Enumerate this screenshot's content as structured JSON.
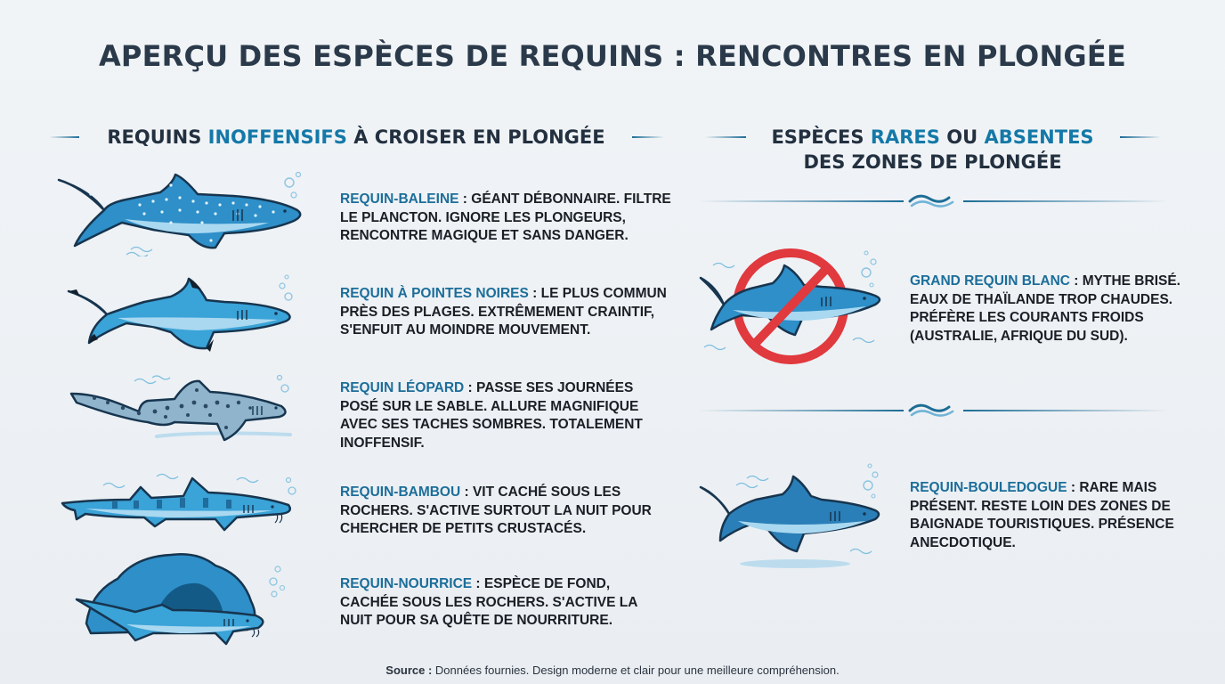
{
  "title": "APERÇU DES ESPÈCES DE REQUINS : RENCONTRES EN PLONGÉE",
  "left_section": {
    "heading_parts": [
      "REQUINS ",
      "INOFFENSIFS",
      " À CROISER EN PLONGÉE"
    ],
    "species": [
      {
        "name": "REQUIN-BALEINE",
        "separator": " : ",
        "description": "GÉANT DÉBONNAIRE. FILTRE LE PLANCTON. IGNORE LES PLONGEURS, RENCONTRE MAGIQUE ET SANS DANGER.",
        "icon": "whale-shark-icon"
      },
      {
        "name": "REQUIN À POINTES NOIRES",
        "separator": " : ",
        "description": "LE PLUS COMMUN PRÈS DES PLAGES. EXTRÊMEMENT CRAINTIF, S'ENFUIT AU MOINDRE MOUVEMENT.",
        "icon": "blacktip-shark-icon"
      },
      {
        "name": "REQUIN LÉOPARD",
        "separator": " : ",
        "description": "PASSE SES JOURNÉES POSÉ SUR LE SABLE. ALLURE MAGNIFIQUE AVEC SES TACHES SOMBRES. TOTALEMENT INOFFENSIF.",
        "icon": "leopard-shark-icon"
      },
      {
        "name": "REQUIN-BAMBOU",
        "separator": " : ",
        "description": "VIT CACHÉ SOUS LES ROCHERS. S'ACTIVE SURTOUT LA NUIT POUR CHERCHER DE PETITS CRUSTACÉS.",
        "icon": "bamboo-shark-icon"
      },
      {
        "name": "REQUIN-NOURRICE",
        "separator": " : ",
        "description": "ESPÈCE DE FOND, CACHÉE SOUS LES ROCHERS. S'ACTIVE LA NUIT POUR SA QUÊTE DE NOURRITURE.",
        "icon": "nurse-shark-icon"
      }
    ]
  },
  "right_section": {
    "heading_line1_parts": [
      "ESPÈCES ",
      "RARES",
      " OU ",
      "ABSENTES"
    ],
    "heading_line2": "DES ZONES DE PLONGÉE",
    "species": [
      {
        "name": "GRAND REQUIN BLANC",
        "separator": " : ",
        "description": "MYTHE BRISÉ. EAUX DE THAÏLANDE TROP CHAUDES. PRÉFÈRE LES COURANTS FROIDS (AUSTRALIE, AFRIQUE DU SUD).",
        "icon": "great-white-prohibited-icon"
      },
      {
        "name": "REQUIN-BOULEDOGUE",
        "separator": " : ",
        "description": "RARE MAIS PRÉSENT. RESTE LOIN DES ZONES DE BAIGNADE TOURISTIQUES. PRÉSENCE ANECDOTIQUE.",
        "icon": "bull-shark-icon"
      }
    ]
  },
  "footer": {
    "label": "Source :",
    "text": " Données fournies. Design moderne et clair pour une meilleure compréhension."
  },
  "colors": {
    "title": "#2b3a4a",
    "accent": "#1479a8",
    "body_text": "#1a1f26",
    "shark_blue": "#2e8fc9",
    "shark_light": "#a9d8f0",
    "outline": "#17354f",
    "prohibit_red": "#e0393e",
    "background": "#eef1f4"
  }
}
